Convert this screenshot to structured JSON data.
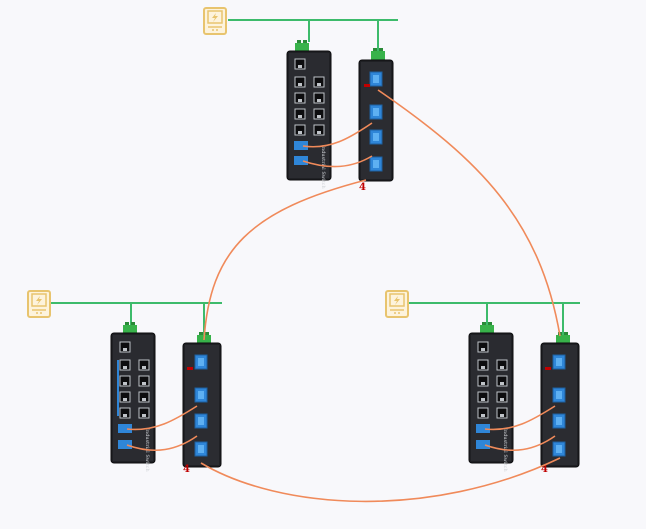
{
  "colors": {
    "background": "#f8f8fb",
    "power_line": "#3dbb6b",
    "power_icon": "#e8c46e",
    "fiber": "#f08a5a",
    "switch_body": "#1f2024",
    "fiber_port": "#2f86d8",
    "terminal_block": "#38b24a",
    "port_label": "#c00000"
  },
  "nodes": [
    {
      "id": "top",
      "switch_label": "Industrial Switch",
      "port_label": "4"
    },
    {
      "id": "left",
      "switch_label": "Industrial Switch",
      "port_label": "4"
    },
    {
      "id": "right",
      "switch_label": "Industrial Switch",
      "port_label": "4"
    }
  ],
  "icons": {
    "power_supply": "power-supply-icon"
  }
}
